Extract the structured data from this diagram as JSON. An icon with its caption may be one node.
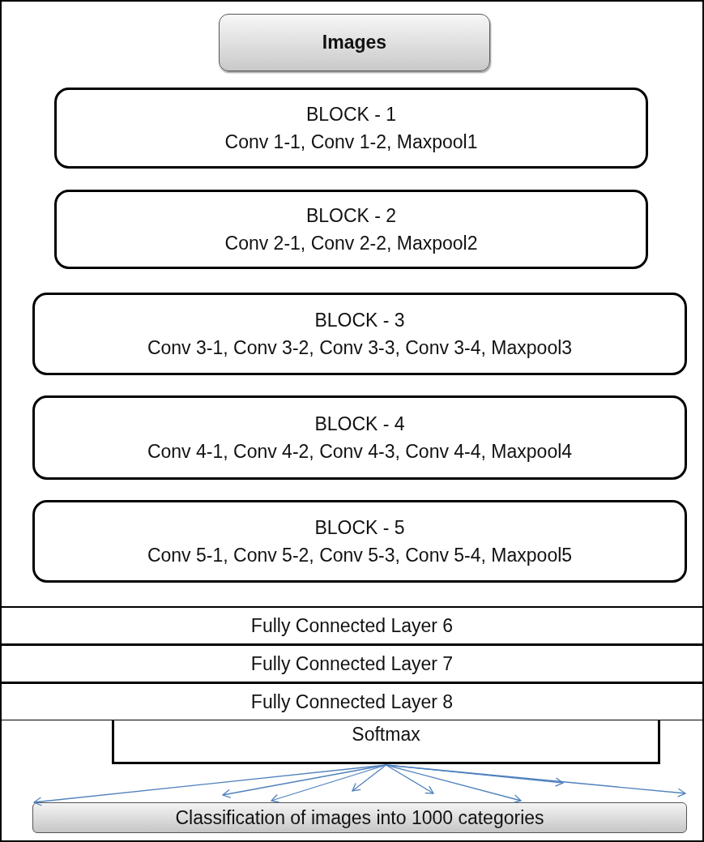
{
  "diagram": {
    "nodes": [
      {
        "text": [
          "Images"
        ]
      },
      {
        "text": [
          "BLOCK - 1",
          "Conv 1-1, Conv 1-2, Maxpool1"
        ]
      },
      {
        "text": [
          "BLOCK - 2",
          "Conv 2-1, Conv 2-2, Maxpool2"
        ]
      },
      {
        "text": [
          "BLOCK - 3",
          "Conv 3-1, Conv 3-2, Conv 3-3, Conv 3-4, Maxpool3"
        ]
      },
      {
        "text": [
          "BLOCK - 4",
          "Conv 4-1, Conv 4-2, Conv 4-3, Conv 4-4, Maxpool4"
        ]
      },
      {
        "text": [
          "BLOCK - 5",
          "Conv 5-1, Conv 5-2, Conv 5-3, Conv 5-4, Maxpool5"
        ]
      },
      {
        "text": [
          "Fully Connected Layer 6"
        ]
      },
      {
        "text": [
          "Fully Connected Layer 7"
        ]
      },
      {
        "text": [
          "Fully Connected Layer 8"
        ]
      },
      {
        "text": [
          "Softmax"
        ]
      },
      {
        "text": [
          "Classification of images into 1000 categories"
        ]
      }
    ],
    "edges": [
      {
        "from": 9,
        "to": 10,
        "arrow": "to",
        "color": "#4f81bd"
      },
      {
        "from": 9,
        "to": 10,
        "arrow": "to",
        "color": "#4f81bd"
      },
      {
        "from": 9,
        "to": 10,
        "arrow": "to",
        "color": "#4f81bd"
      },
      {
        "from": 9,
        "to": 10,
        "arrow": "to",
        "color": "#4f81bd"
      },
      {
        "from": 9,
        "to": 10,
        "arrow": "to",
        "color": "#4f81bd"
      },
      {
        "from": 9,
        "to": 10,
        "arrow": "to",
        "color": "#4f81bd"
      },
      {
        "from": 9,
        "to": 10,
        "arrow": "to",
        "color": "#4f81bd"
      },
      {
        "from": 9,
        "to": 10,
        "arrow": "to",
        "color": "#4f81bd"
      }
    ]
  }
}
